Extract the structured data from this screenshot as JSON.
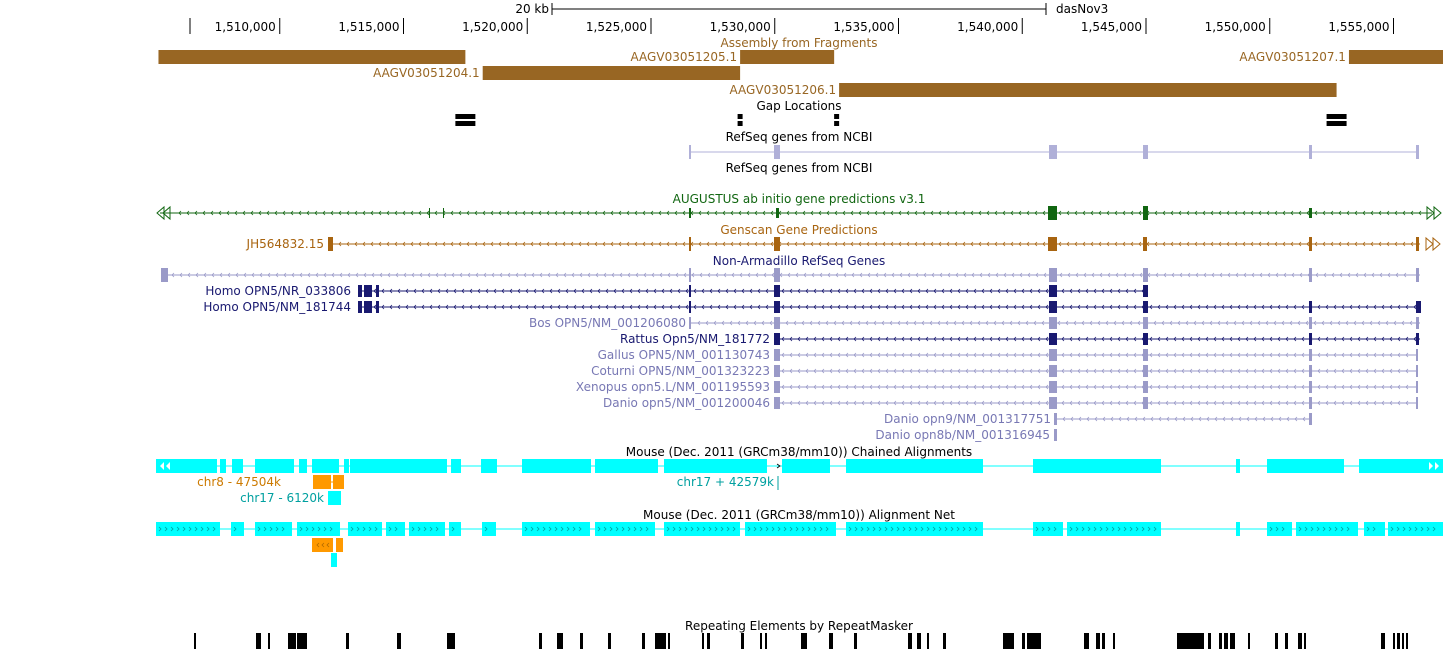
{
  "scale_bar": {
    "label": "20 kb",
    "assembly": "dasNov3"
  },
  "ruler": {
    "start": 1505000,
    "end": 1557000,
    "ticks": [
      "1,510,000",
      "1,515,000",
      "1,520,000",
      "1,525,000",
      "1,530,000",
      "1,535,000",
      "1,540,000",
      "1,545,000",
      "1,550,000",
      "1,555,000"
    ]
  },
  "tracks": {
    "assembly": {
      "title": "Assembly from Fragments",
      "color": "#986623",
      "items": [
        {
          "label": "",
          "start": 1505100,
          "end": 1517500,
          "row": 0
        },
        {
          "label": "AAGV03051205.1",
          "start": 1528600,
          "end": 1532400,
          "row": 0
        },
        {
          "label": "AAGV03051207.1",
          "start": 1553200,
          "end": 1557000,
          "row": 0
        },
        {
          "label": "AAGV03051204.1",
          "start": 1518200,
          "end": 1528600,
          "row": 1
        },
        {
          "label": "AAGV03051206.1",
          "start": 1532600,
          "end": 1552700,
          "row": 2
        }
      ]
    },
    "gaps": {
      "title": "Gap Locations",
      "positions": [
        1517500,
        1528600,
        1532500,
        1552700
      ]
    },
    "refseq_ncbi": {
      "title": "RefSeq genes from NCBI",
      "title2": "RefSeq genes from NCBI"
    },
    "augustus": {
      "title": "AUGUSTUS ab initio gene predictions v3.1",
      "color": "#116611"
    },
    "genscan": {
      "title": "Genscan Gene Predictions",
      "label": "JH564832.15",
      "color": "#a86410"
    },
    "nonarm": {
      "title": "Non-Armadillo RefSeq Genes",
      "rows": [
        {
          "label": "Homo OPN5/NR_033806",
          "color": "#191970",
          "dark": true
        },
        {
          "label": "Homo OPN5/NM_181744",
          "color": "#191970",
          "dark": true
        },
        {
          "label": "Bos OPN5/NM_001206080",
          "color": "#7878b4",
          "dark": false
        },
        {
          "label": "Rattus Opn5/NM_181772",
          "color": "#191970",
          "dark": true
        },
        {
          "label": "Gallus OPN5/NM_001130743",
          "color": "#7878b4",
          "dark": false
        },
        {
          "label": "Coturni OPN5/NM_001323223",
          "color": "#7878b4",
          "dark": false
        },
        {
          "label": "Xenopus opn5.L/NM_001195593",
          "color": "#7878b4",
          "dark": false
        },
        {
          "label": "Danio opn5/NM_001200046",
          "color": "#7878b4",
          "dark": false
        },
        {
          "label": "Danio opn9/NM_001317751",
          "color": "#7878b4",
          "dark": false
        },
        {
          "label": "Danio opn8b/NM_001316945",
          "color": "#7878b4",
          "dark": false
        }
      ]
    },
    "chain": {
      "title": "Mouse (Dec. 2011 (GRCm38/mm10)) Chained Alignments",
      "labels": [
        "chr8 - 47504k",
        "chr17 - 6120k",
        "chr17 + 42579k"
      ]
    },
    "net": {
      "title": "Mouse (Dec. 2011 (GRCm38/mm10)) Alignment Net"
    },
    "rmsk": {
      "title": "Repeating Elements by RepeatMasker"
    }
  },
  "colors": {
    "cyan": "#00ffff",
    "orange": "#ff9900",
    "nonarm_light": "#9a9ac8"
  }
}
